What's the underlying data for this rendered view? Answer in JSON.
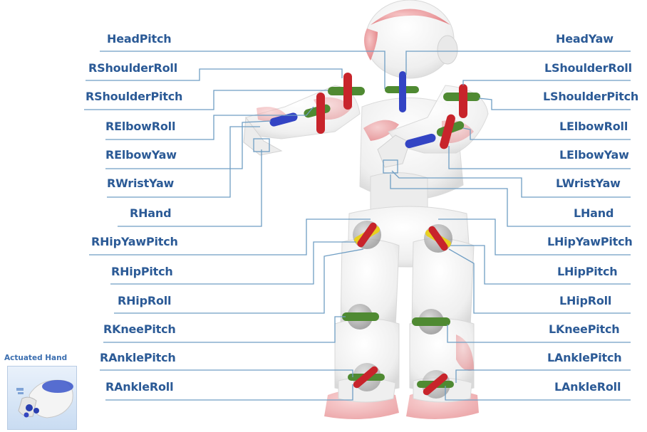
{
  "diagram": {
    "left_labels": [
      "HeadPitch",
      "RShoulderRoll",
      "RShoulderPitch",
      "RElbowRoll",
      "RElbowYaw",
      "RWristYaw",
      "RHand",
      "RHipYawPitch",
      "RHipPitch",
      "RHipRoll",
      "RKneePitch",
      "RAnklePitch",
      "RAnkleRoll"
    ],
    "right_labels": [
      "HeadYaw",
      "LShoulderRoll",
      "LShoulderPitch",
      "LElbowRoll",
      "LElbowYaw",
      "LWristYaw",
      "LHand",
      "LHipYawPitch",
      "LHipPitch",
      "LHipRoll",
      "LKneePitch",
      "LAnklePitch",
      "LAnkleRoll"
    ],
    "inset_title": "Actuated Hand",
    "colors": {
      "label": "#2b5a96",
      "leader_line": "#6f9ec4",
      "robot_body": "#f1f1f1",
      "robot_accent": "#e8898c",
      "axis_red": "#c8242b",
      "axis_green": "#4f8a32",
      "axis_blue": "#3344c4",
      "axis_yellow": "#e8d020"
    }
  }
}
